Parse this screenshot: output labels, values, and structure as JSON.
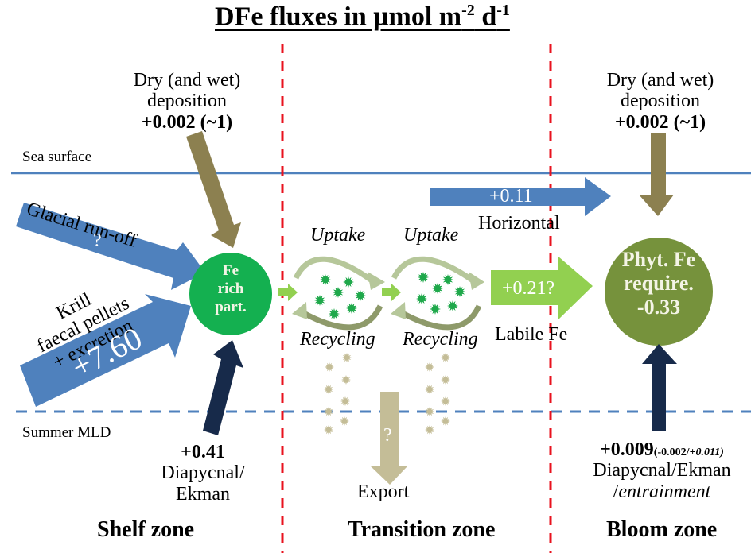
{
  "title": {
    "prefix": "DFe fluxes in μmol m",
    "exp1": "-2",
    "mid": " d",
    "exp2": "-1"
  },
  "reference_lines": {
    "sea_surface": "Sea surface",
    "summer_mld": "Summer MLD"
  },
  "shelf_zone": {
    "zone_label": "Shelf zone",
    "deposition": {
      "line1": "Dry (and wet)",
      "line2": "deposition",
      "value": "+0.002 (~1)"
    },
    "glacial_runoff": {
      "label": "Glacial run-off",
      "value": "?"
    },
    "krill": {
      "line1": "Krill",
      "line2": "faecal pellets",
      "line3": "+ excretion",
      "value": "+7.60"
    },
    "fe_rich_particles": {
      "line1": "Fe",
      "line2": "rich",
      "line3": "part."
    },
    "diapycnal": {
      "value": "+0.41",
      "line1": "Diapycnal/",
      "line2": "Ekman"
    }
  },
  "transition_zone": {
    "zone_label": "Transition zone",
    "cycles": [
      {
        "uptake": "Uptake",
        "recycling": "Recycling"
      },
      {
        "uptake": "Uptake",
        "recycling": "Recycling"
      }
    ],
    "export": {
      "label": "Export",
      "value": "?"
    },
    "horizontal": {
      "value": "+0.11",
      "label": "Horizontal"
    },
    "labile_fe": {
      "value": "+0.21?",
      "label": "Labile Fe"
    }
  },
  "bloom_zone": {
    "zone_label": "Bloom zone",
    "deposition": {
      "line1": "Dry (and wet)",
      "line2": "deposition",
      "value": "+0.002 (~1)"
    },
    "phyto_requirement": {
      "line1": "Phyt. Fe",
      "line2": "require.",
      "line3": "-0.33"
    },
    "diapycnal": {
      "value": "+0.009",
      "range": "(-0.002/",
      "range_upper": "+0.011)",
      "line1": "Diapycnal/Ekman",
      "line2_slash": "/",
      "line2": "entrainment"
    }
  },
  "colors": {
    "blue_arrow": "#4f81bd",
    "deposition_arrow": "#8c8050",
    "navy_arrow": "#172a4a",
    "fe_circle": "#14b050",
    "phyto_circle": "#76923c",
    "labile_arrow": "#92d050",
    "export_arrow": "#c4bd97",
    "zone_divider": "#e8121e",
    "surface_line": "#4f81bd"
  }
}
